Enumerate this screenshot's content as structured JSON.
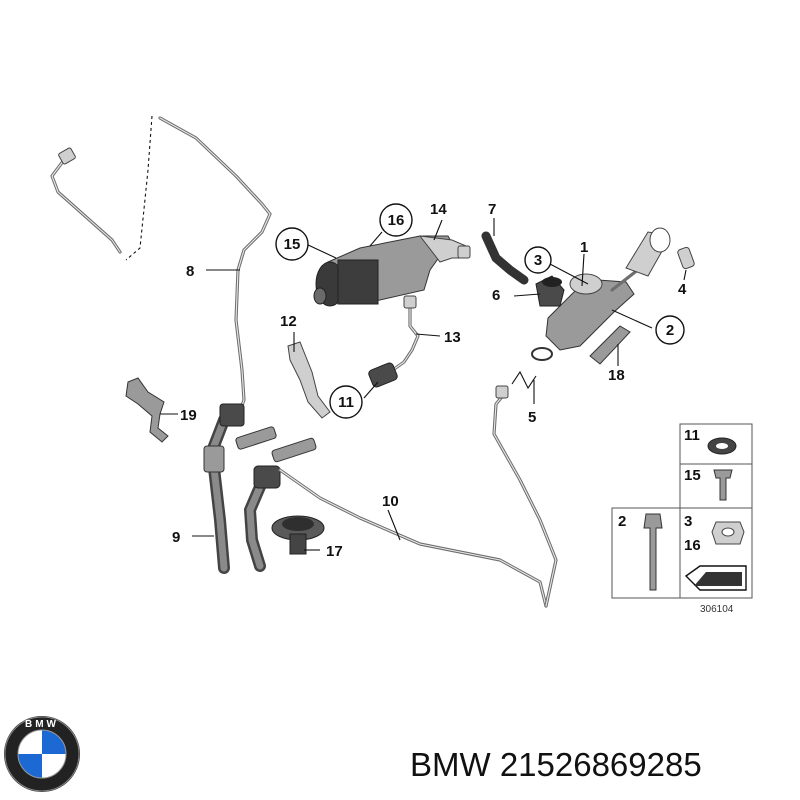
{
  "callouts": [
    "1",
    "2",
    "3",
    "4",
    "5",
    "6",
    "7",
    "8",
    "9",
    "10",
    "11",
    "12",
    "13",
    "14",
    "15",
    "16",
    "17",
    "18",
    "19"
  ],
  "legend": {
    "cells": [
      "11",
      "15",
      "2",
      "3",
      "16"
    ],
    "ref": "306104"
  },
  "brand": {
    "name": "BMW",
    "logo_letters": "BMW",
    "part_number": "BMW 21526869285"
  },
  "colors": {
    "logo_blue": "#1c69d4",
    "logo_ring": "#222222",
    "line": "#111111",
    "part_gray": "#9a9a9a"
  }
}
